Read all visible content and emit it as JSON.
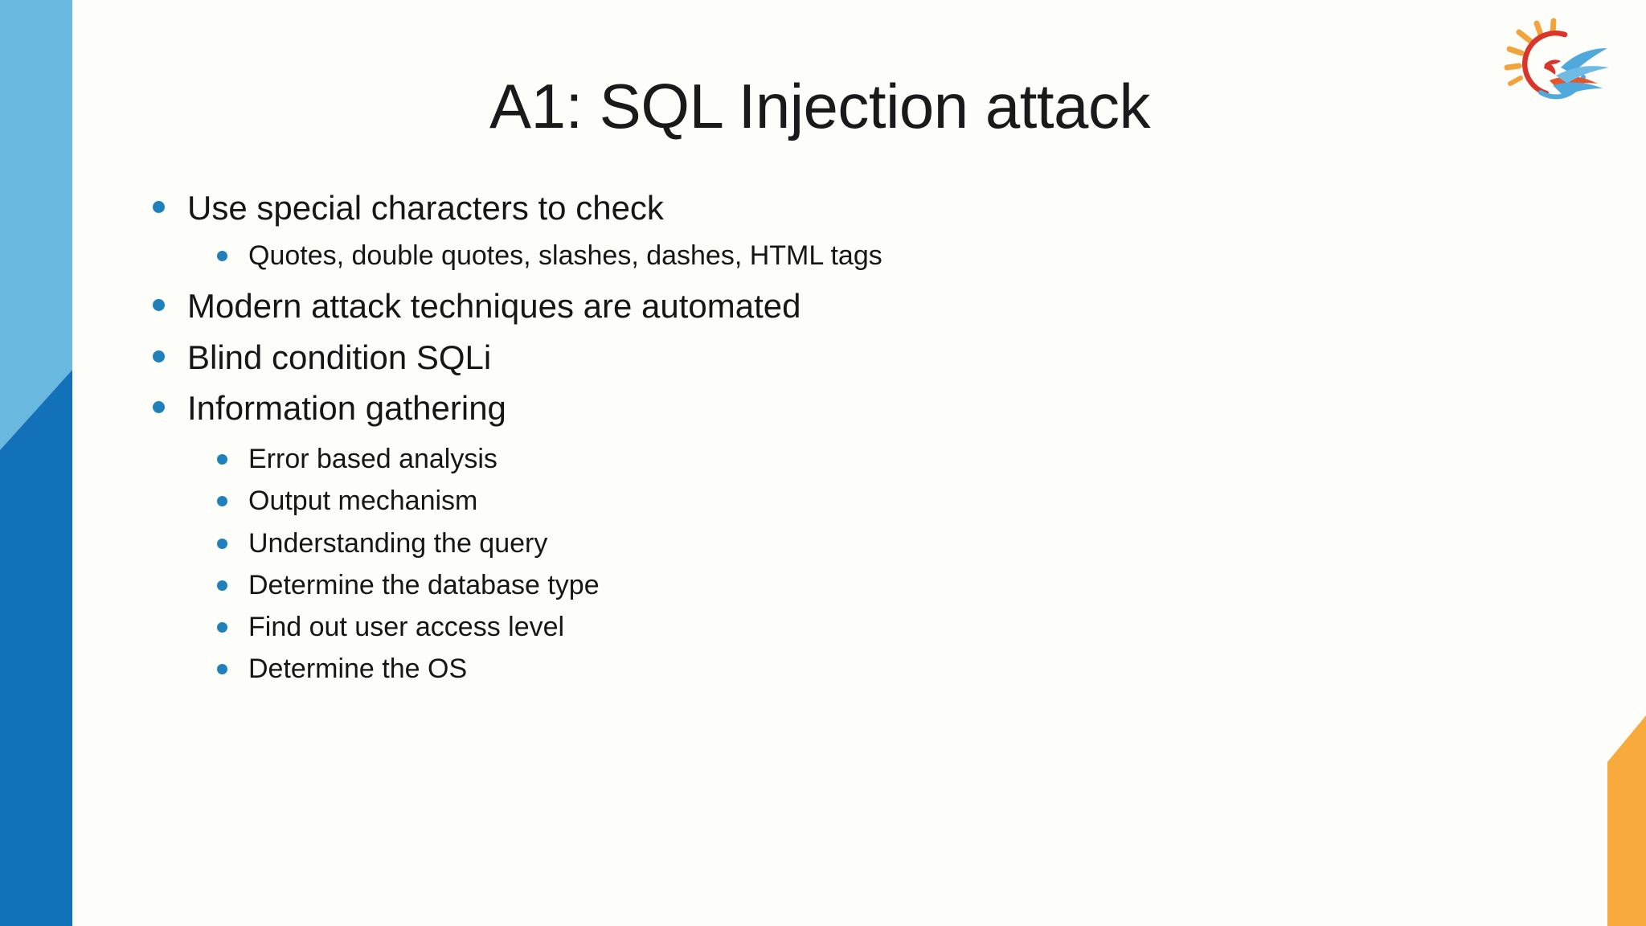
{
  "slide": {
    "title": "A1: SQL Injection attack",
    "background_color": "#FDFEFA",
    "accent_colors": {
      "stripe_light_blue": "#68B8E0",
      "stripe_dark_blue": "#1271B8",
      "bullet_blue": "#2080BB",
      "orange_accent": "#F9AA3C",
      "logo_orange": "#F2A33C",
      "logo_red": "#D9352B",
      "logo_blue": "#4FA9DC",
      "text_color": "#161616"
    }
  },
  "logo": {
    "name": "phoenix-sun-logo"
  },
  "content": {
    "bullets": [
      {
        "level": 1,
        "text": "Use special characters to check"
      },
      {
        "level": 2,
        "text": "Quotes, double quotes, slashes, dashes, HTML tags"
      },
      {
        "level": 1,
        "text": "Modern attack techniques are automated"
      },
      {
        "level": 1,
        "text": "Blind condition SQLi"
      },
      {
        "level": 1,
        "text": "Information gathering"
      },
      {
        "level": 2,
        "text": "Error based analysis"
      },
      {
        "level": 2,
        "text": "Output mechanism"
      },
      {
        "level": 2,
        "text": "Understanding the query"
      },
      {
        "level": 2,
        "text": "Determine the database type"
      },
      {
        "level": 2,
        "text": "Find out user access level"
      },
      {
        "level": 2,
        "text": "Determine the OS"
      }
    ]
  }
}
